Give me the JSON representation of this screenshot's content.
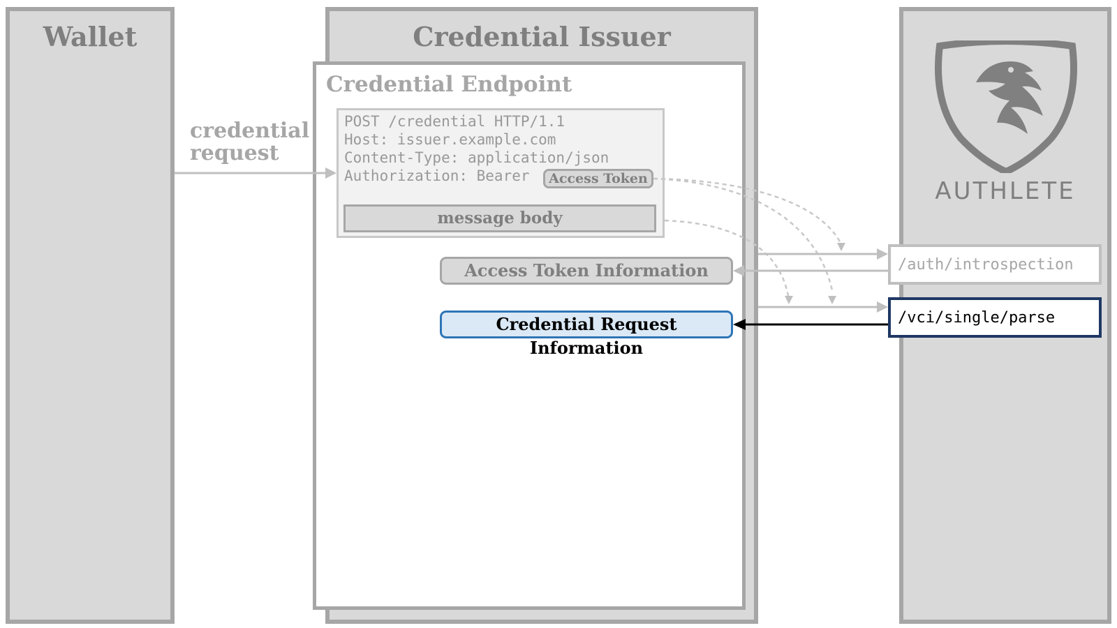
{
  "wallet": {
    "title": "Wallet"
  },
  "issuer": {
    "title": "Credential Issuer"
  },
  "endpoint": {
    "title": "Credential Endpoint"
  },
  "request_label": {
    "line1": "credential",
    "line2": "request"
  },
  "http_request": {
    "lines": [
      "POST /credential HTTP/1.1",
      "Host: issuer.example.com",
      "Content-Type: application/json",
      "Authorization: Bearer"
    ],
    "access_token": "Access Token",
    "message_body": "message body"
  },
  "results": {
    "access_token_info": "Access Token Information",
    "credential_request_info": "Credential Request Information"
  },
  "authlete": {
    "brand": "AUTHLETE",
    "logo_icon": "eagle-shield-icon",
    "endpoints": {
      "introspection": "/auth/introspection",
      "vci_parse": "/vci/single/parse"
    }
  },
  "colors": {
    "column_fill": "#d9d9d9",
    "column_border": "#a6a6a6",
    "highlight_fill": "#dbe9f6",
    "highlight_border": "#2e75b6",
    "active_api_border": "#1f3864"
  }
}
